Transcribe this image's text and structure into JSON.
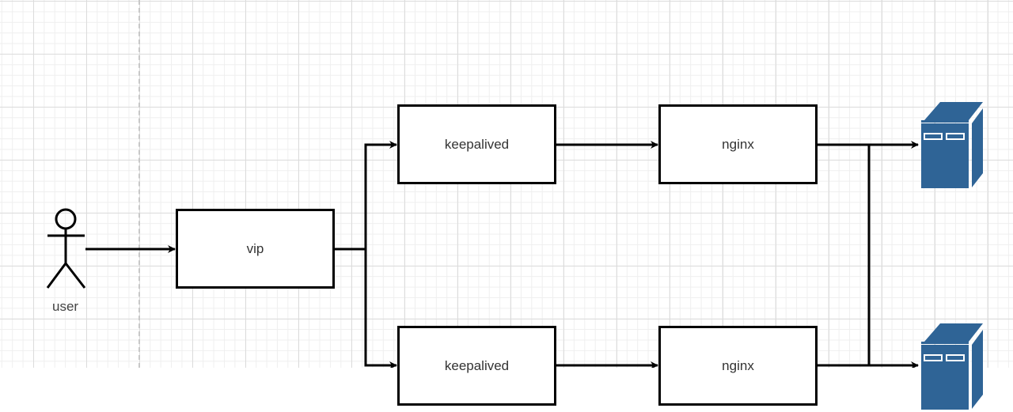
{
  "diagram": {
    "actor": {
      "label": "user"
    },
    "nodes": [
      {
        "id": "vip",
        "label": "vip"
      },
      {
        "id": "keepalived-1",
        "label": "keepalived"
      },
      {
        "id": "nginx-1",
        "label": "nginx"
      },
      {
        "id": "keepalived-2",
        "label": "keepalived"
      },
      {
        "id": "nginx-2",
        "label": "nginx"
      }
    ],
    "servers": [
      {
        "id": "server-1",
        "icon": "server-icon",
        "color": "#2f6496"
      },
      {
        "id": "server-2",
        "icon": "server-icon",
        "color": "#2f6496"
      }
    ],
    "edges": [
      {
        "from": "user",
        "to": "vip"
      },
      {
        "from": "vip",
        "to": "keepalived-1"
      },
      {
        "from": "vip",
        "to": "keepalived-2"
      },
      {
        "from": "keepalived-1",
        "to": "nginx-1"
      },
      {
        "from": "keepalived-2",
        "to": "nginx-2"
      },
      {
        "from": "nginx-1",
        "to": "server-1"
      },
      {
        "from": "nginx-1",
        "to": "server-2"
      },
      {
        "from": "nginx-2",
        "to": "server-2"
      }
    ]
  }
}
